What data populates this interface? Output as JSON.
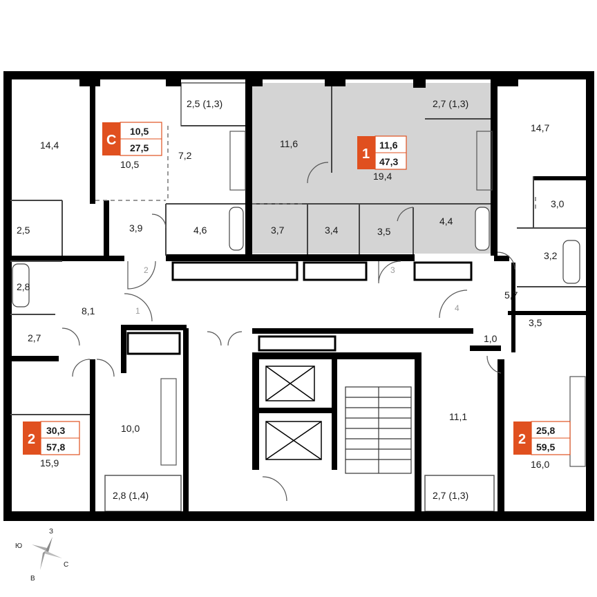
{
  "colors": {
    "wall": "#000000",
    "highlight": "#d4d4d4",
    "accent": "#e0501f",
    "line": "#555555"
  },
  "units": [
    {
      "id": "studio",
      "type_label": "С",
      "living_area": "10,5",
      "total_area": "27,5"
    },
    {
      "id": "one-room",
      "type_label": "1",
      "living_area": "11,6",
      "total_area": "47,3"
    },
    {
      "id": "two-room-left",
      "type_label": "2",
      "living_area": "30,3",
      "total_area": "57,8"
    },
    {
      "id": "two-room-right",
      "type_label": "2",
      "living_area": "25,8",
      "total_area": "59,5"
    }
  ],
  "room_areas": {
    "r14_4": "14,4",
    "r10_5": "10,5",
    "r2_5b": "2,5 (1,3)",
    "r7_2": "7,2",
    "r11_6": "11,6",
    "r19_4": "19,4",
    "r2_7b": "2,7 (1,3)",
    "r14_7": "14,7",
    "r2_5": "2,5",
    "r3_9": "3,9",
    "r4_6": "4,6",
    "r3_7": "3,7",
    "r3_4": "3,4",
    "r3_5a": "3,5",
    "r4_4": "4,4",
    "r3_0": "3,0",
    "r3_2": "3,2",
    "r2_8": "2,8",
    "r8_1": "8,1",
    "r5_7": "5,7",
    "r3_5b": "3,5",
    "r2_7": "2,7",
    "r1_0": "1,0",
    "r15_9": "15,9",
    "r10_0": "10,0",
    "r11_1": "11,1",
    "r16_0": "16,0",
    "r2_8b": "2,8 (1,4)",
    "r2_7c": "2,7 (1,3)"
  },
  "door_numbers": [
    "1",
    "2",
    "3",
    "4"
  ],
  "compass": {
    "north": "З",
    "south": "В",
    "east": "С",
    "west": "Ю"
  }
}
